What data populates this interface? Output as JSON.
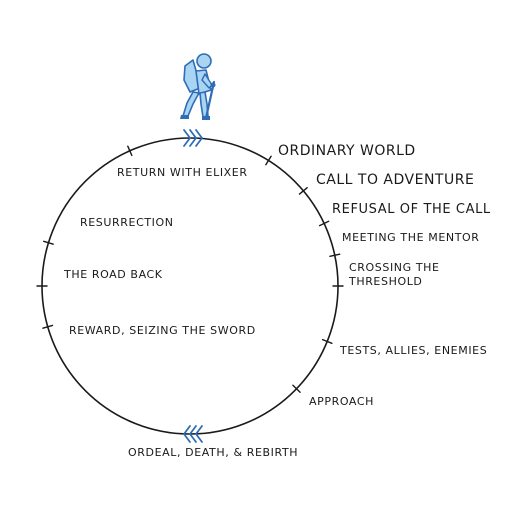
{
  "stages": {
    "ordinary_world": "Ordinary World",
    "call_to_adventure": "Call to Adventure",
    "refusal_of_the_call": "Refusal of the Call",
    "meeting_the_mentor": "Meeting the Mentor",
    "crossing_the_threshold_line1": "Crossing the",
    "crossing_the_threshold_line2": "Threshold",
    "tests_allies_enemies": "Tests, Allies, Enemies",
    "approach": "Approach",
    "ordeal_death_rebirth": "Ordeal, Death, & Rebirth",
    "reward_seizing_the_sword": "Reward, Seizing the Sword",
    "the_road_back": "The Road Back",
    "resurrection": "Resurrection",
    "return_with_elixer": "Return with Elixer"
  },
  "colors": {
    "line": "#1a1a1a",
    "accent": "#2f6db7",
    "hiker_fill": "#a9d4f2",
    "hiker_stroke": "#2f6db7"
  },
  "icons": {
    "hiker": "hiker-icon",
    "direction_marker": "chevron-right-icon"
  }
}
